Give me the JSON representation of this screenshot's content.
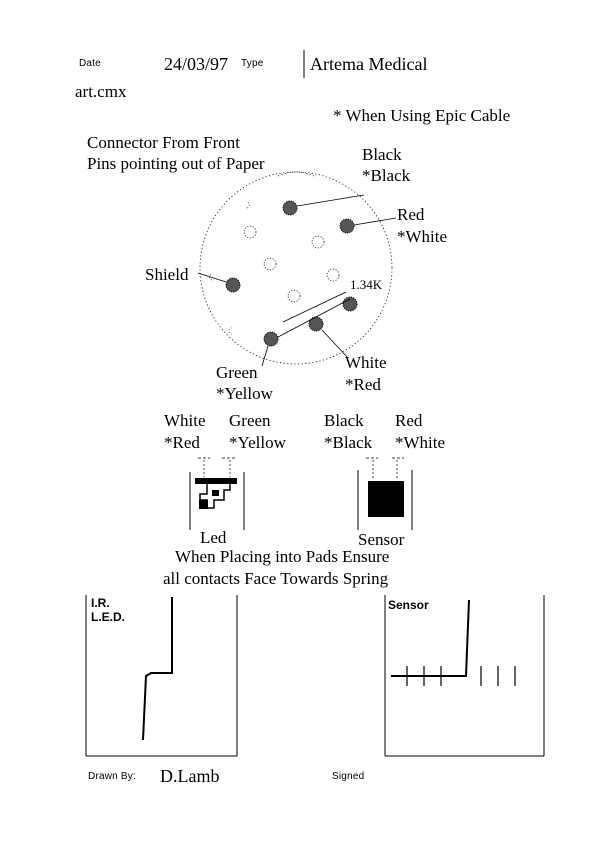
{
  "header": {
    "date_label": "Date",
    "date_value": "24/03/97",
    "type_label": "Type",
    "type_value": "Artema Medical",
    "filename": "art.cmx"
  },
  "epic_note": "* When Using Epic Cable",
  "connector": {
    "title_line1": "Connector From Front",
    "title_line2": "Pins pointing out of Paper",
    "pins": {
      "black": "Black",
      "black_epic": "*Black",
      "red": "Red",
      "red_epic": "*White",
      "shield": "Shield",
      "resistor": "1.34K",
      "green": "Green",
      "green_epic": "*Yellow",
      "white": "White",
      "white_epic": "*Red"
    }
  },
  "led": {
    "left_wire": "White",
    "left_wire_epic": "*Red",
    "right_wire": "Green",
    "right_wire_epic": "*Yellow",
    "caption": "Led"
  },
  "sensor": {
    "left_wire": "Black",
    "left_wire_epic": "*Black",
    "right_wire": "Red",
    "right_wire_epic": "*White",
    "caption": "Sensor"
  },
  "placement_note_line1": "When Placing into Pads Ensure",
  "placement_note_line2": "all contacts Face Towards Spring",
  "graphs": {
    "led_title_line1": "I.R.",
    "led_title_line2": "L.E.D.",
    "sensor_title": "Sensor"
  },
  "footer": {
    "drawn_by_label": "Drawn By:",
    "drawn_by_value": "D.Lamb",
    "signed_label": "Signed"
  }
}
